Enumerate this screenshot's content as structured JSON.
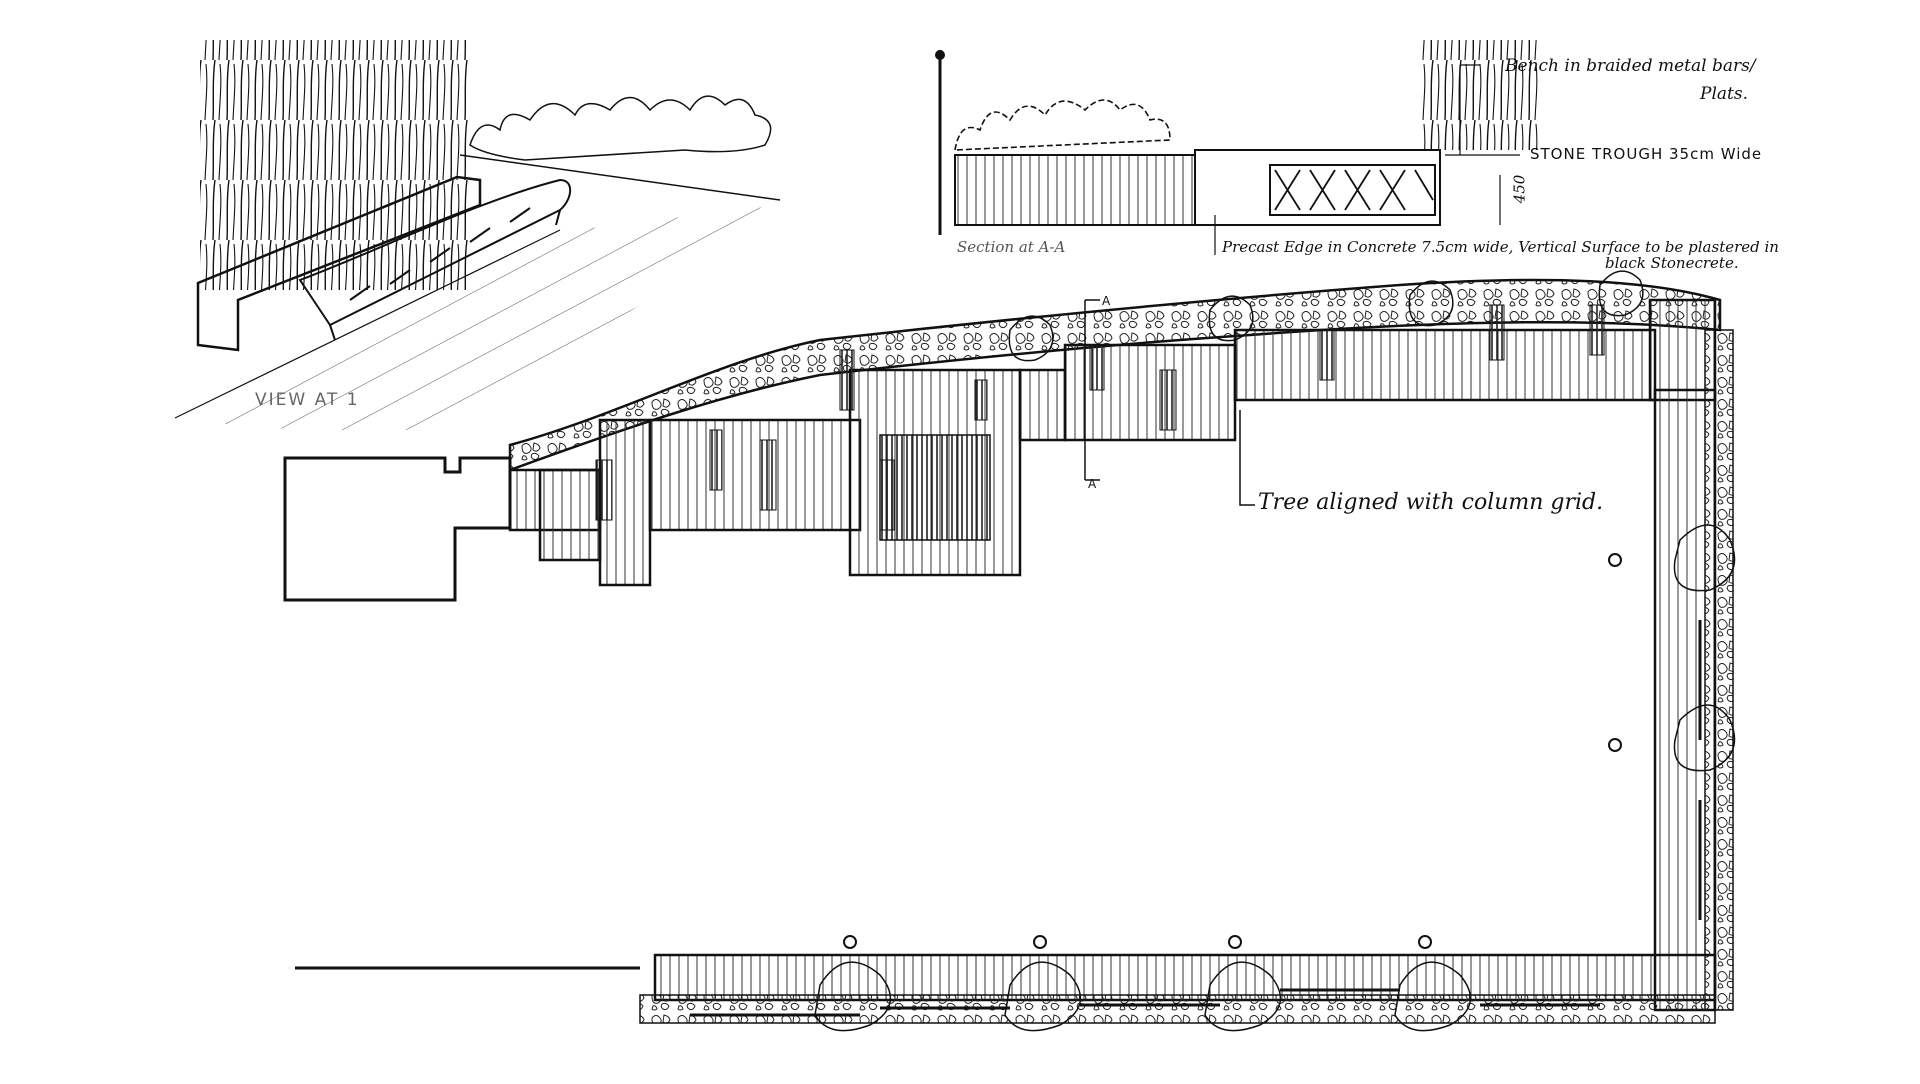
{
  "sheet": {
    "annotations": {
      "view_label": "VIEW AT 1",
      "section_label": "Section at A-A",
      "bench_note_line1": "Bench in braided metal bars/",
      "bench_note_line2": "Plats.",
      "trough_note": "STONE TROUGH 35cm Wide",
      "dimension_note": "450",
      "edge_note_line1": "Precast Edge in Concrete 7.5cm wide, Vertical Surface to be plastered in",
      "edge_note_line2": "black Stonecrete.",
      "tree_note": "Tree aligned with column grid.",
      "section_marker_top": "A",
      "section_marker_bottom": "A"
    },
    "colors": {
      "ink": "#111111",
      "paper": "#ffffff",
      "hatch": "#333333"
    }
  }
}
